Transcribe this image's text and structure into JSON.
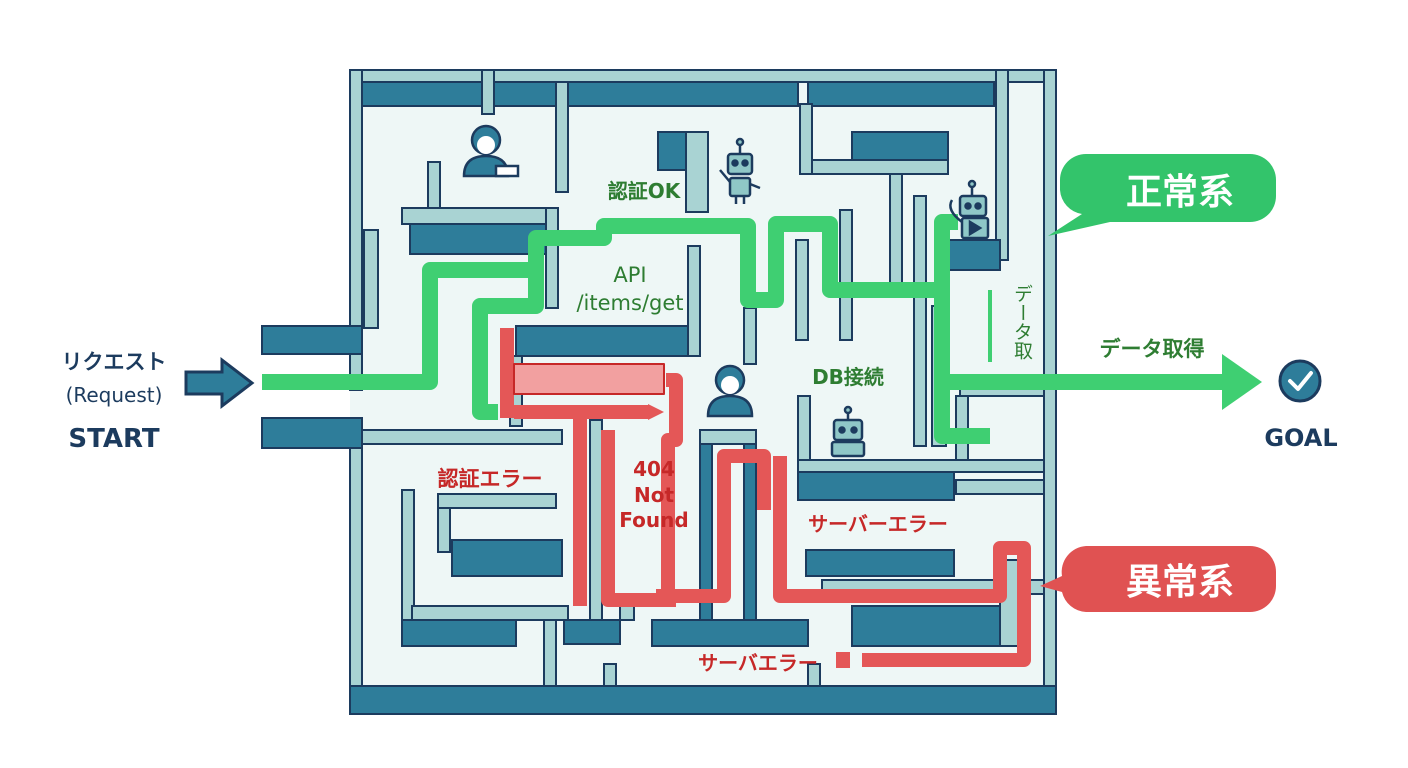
{
  "start": {
    "label_jp": "リクエスト",
    "label_en": "(Request)",
    "label": "START"
  },
  "goal": {
    "label": "GOAL"
  },
  "bubbles": {
    "normal": "正常系",
    "abnormal": "異常系"
  },
  "labels": {
    "auth_ok": "認証OK",
    "api": "API",
    "api_path": "/items/get",
    "db_connect": "DB接続",
    "data_fetch": "データ取得",
    "data_vertical": "データ取",
    "auth_error": "認証エラー",
    "not_found_code": "404",
    "not_found_1": "Not",
    "not_found_2": "Found",
    "server_error_1": "サーバーエラー",
    "server_error_2": "サーバエラー"
  },
  "colors": {
    "wall_border": "#1c3b5e",
    "wall_fill": "#2e7d9a",
    "wall_light": "#a9d3d3",
    "normal_path": "#3fcf72",
    "error_path": "#e45757",
    "navy": "#1c3b5e"
  },
  "icons": {
    "start_arrow": "arrow-right-icon",
    "goal": "check-circle-icon",
    "person": "person-icon",
    "robot": "robot-icon"
  }
}
